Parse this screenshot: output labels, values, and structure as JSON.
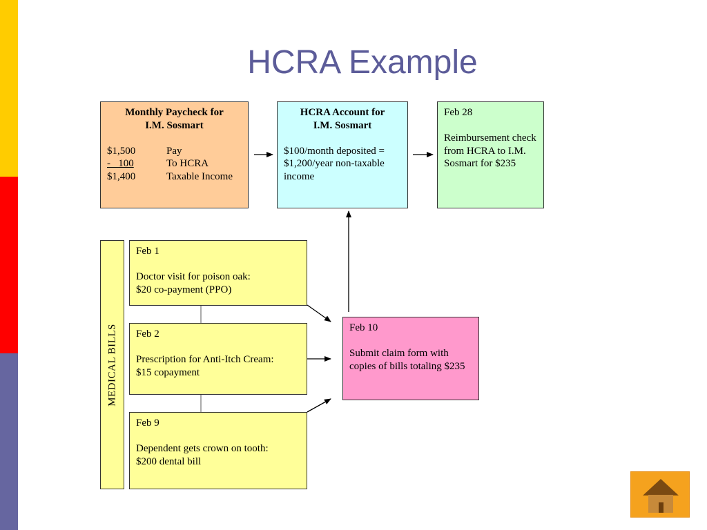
{
  "colors": {
    "bar_yellow": "#ffcc00",
    "bar_red": "#ff0000",
    "bar_purple": "#6666a0",
    "paycheck_fill": "#ffcc99",
    "hcra_fill": "#ccffff",
    "reimb_fill": "#ccffcc",
    "bill_fill": "#ffff99",
    "claim_fill": "#ff99cc",
    "home_button": "#f5a21e"
  },
  "title": "HCRA Example",
  "paycheck": {
    "heading_line1": "Monthly Paycheck for",
    "heading_line2": "I.M. Sosmart",
    "rows": [
      {
        "amount": "$1,500",
        "label": "Pay"
      },
      {
        "amount": "-   100",
        "label": "To HCRA"
      },
      {
        "amount": "$1,400",
        "label": "Taxable Income"
      }
    ]
  },
  "hcra_account": {
    "heading_line1": "HCRA Account for",
    "heading_line2": "I.M. Sosmart",
    "body": "$100/month deposited = $1,200/year non-taxable income"
  },
  "reimbursement": {
    "date": "Feb 28",
    "body": "Reimbursement check from HCRA to I.M. Sosmart for $235"
  },
  "medical_bills_label": "MEDICAL BILLS",
  "bills": [
    {
      "date": "Feb 1",
      "line1": "Doctor visit for poison oak:",
      "line2": "$20 co-payment (PPO)"
    },
    {
      "date": "Feb 2",
      "line1": "Prescription for Anti-Itch Cream:",
      "line2": "$15 copayment"
    },
    {
      "date": "Feb 9",
      "line1": "Dependent gets crown on tooth:",
      "line2": "$200 dental bill"
    }
  ],
  "claim": {
    "date": "Feb 10",
    "body": "Submit claim form with copies of bills totaling $235"
  },
  "home_icon": "house-icon"
}
